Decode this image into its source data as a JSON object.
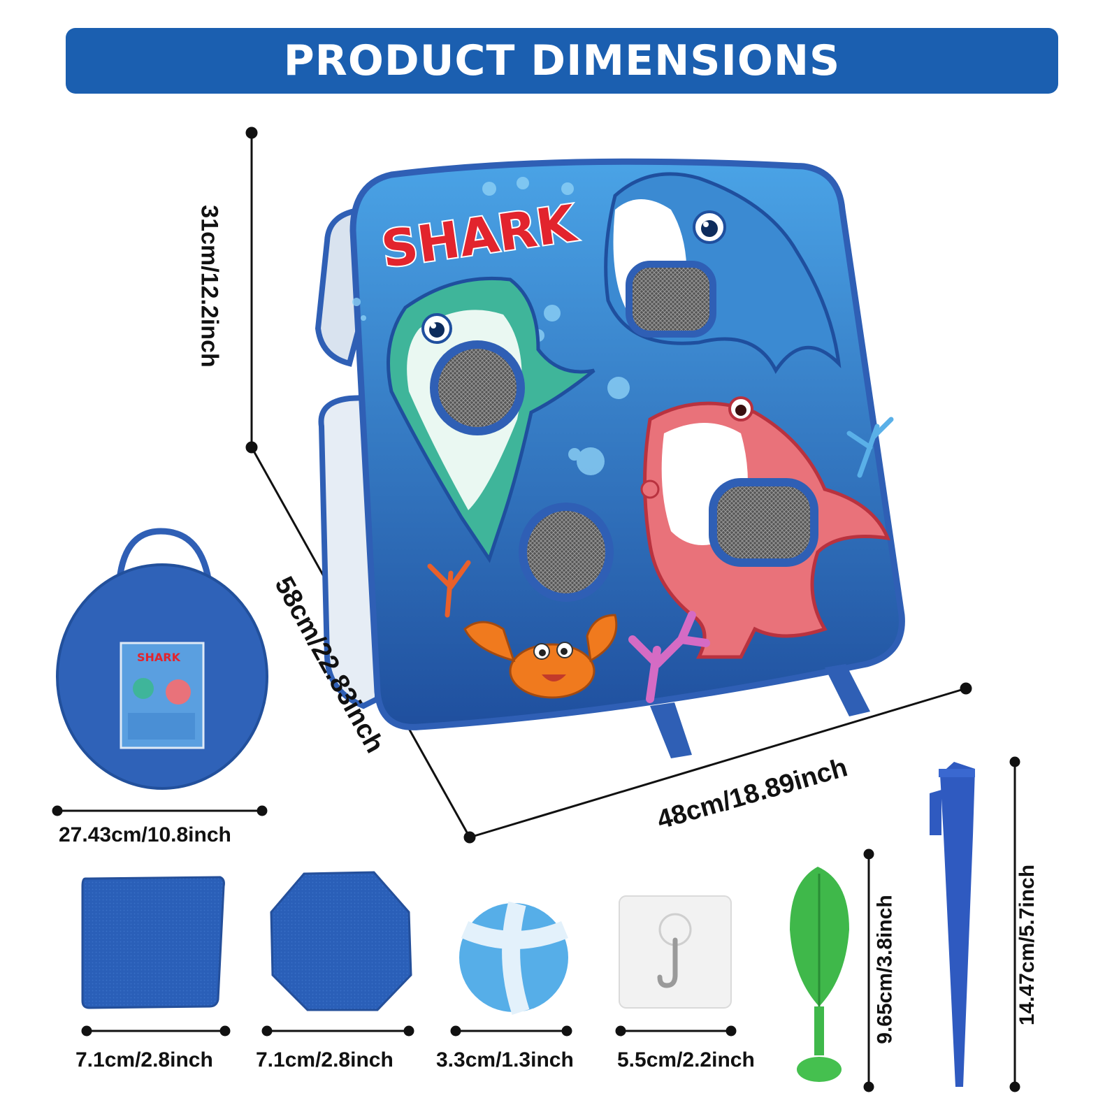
{
  "header": {
    "title": "PRODUCT DIMENSIONS"
  },
  "board": {
    "logo_text": "SHARK",
    "height_label": "31cm/12.2inch",
    "depth_label": "58cm/22.83inch",
    "width_label": "48cm/18.89inch"
  },
  "accessories": {
    "bag_label": "27.43cm/10.8inch",
    "bag_logo_text": "SHARK",
    "beanbag_square_label": "7.1cm/2.8inch",
    "beanbag_round_label": "7.1cm/2.8inch",
    "ball_label": "3.3cm/1.3inch",
    "hook_label": "5.5cm/2.2inch",
    "dart_label": "9.65cm/3.8inch",
    "stake_label": "14.47cm/5.7inch"
  },
  "colors": {
    "banner_blue": "#1b5fb0",
    "board_blue": "#2d6fc8",
    "trim_blue": "#2f5fb5",
    "shark_green": "#3fb59a",
    "shark_pink": "#e9727a",
    "shark_blue": "#3b8ad2",
    "dart_green": "#3fb84a",
    "stake_blue": "#2f5ac0"
  }
}
